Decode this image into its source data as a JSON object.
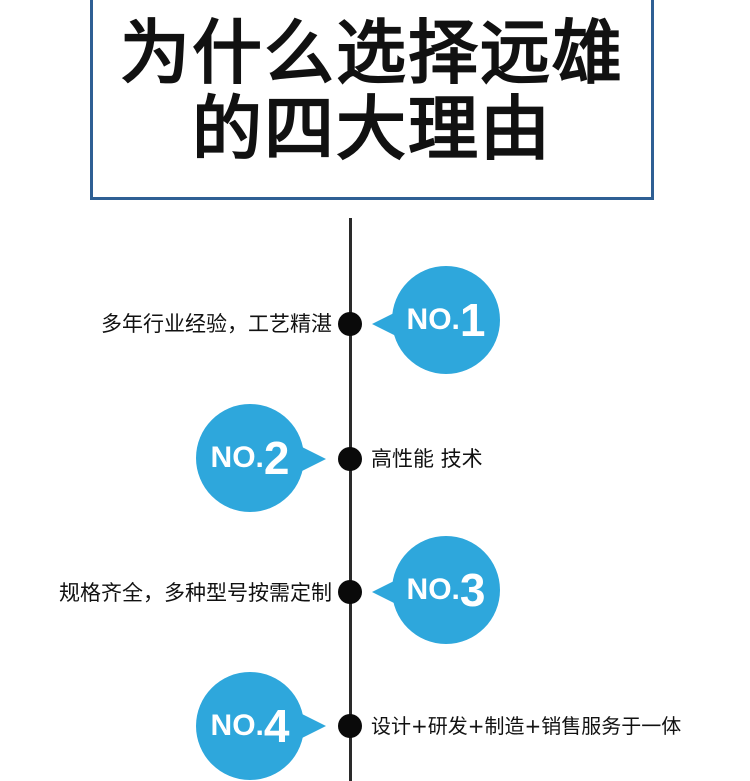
{
  "header": {
    "title_line1": "为什么选择远雄",
    "title_line2": "的四大理由"
  },
  "reasons": [
    {
      "badge_prefix": "NO.",
      "badge_number": "1",
      "text": "多年行业经验，工艺精湛"
    },
    {
      "badge_prefix": "NO.",
      "badge_number": "2",
      "text": "高性能 技术"
    },
    {
      "badge_prefix": "NO.",
      "badge_number": "3",
      "text": "规格齐全，多种型号按需定制"
    },
    {
      "badge_prefix": "NO.",
      "badge_number": "4",
      "text": "设计+研发+制造+销售服务于一体"
    }
  ],
  "colors": {
    "badge": "#2ea7dc",
    "frame_border": "#2e5f94",
    "timeline": "#2a2a2a",
    "dot": "#0a0a0a"
  }
}
